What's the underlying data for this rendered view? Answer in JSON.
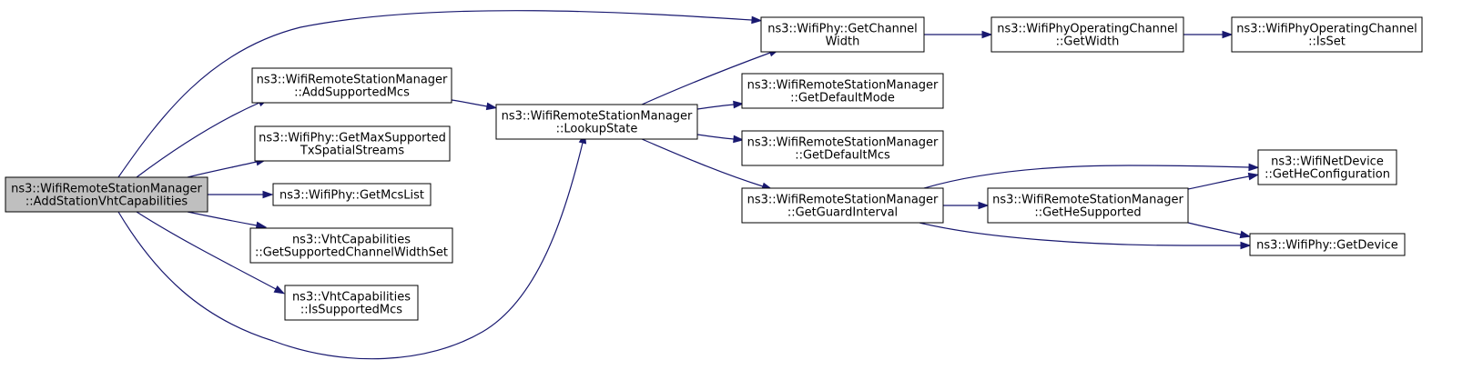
{
  "nodes": [
    {
      "id": "add_station_vht",
      "lines": [
        "ns3::WifiRemoteStationManager",
        "::AddStationVhtCapabilities"
      ],
      "highlight": true
    },
    {
      "id": "add_supported_mcs",
      "lines": [
        "ns3::WifiRemoteStationManager",
        "::AddSupportedMcs"
      ]
    },
    {
      "id": "get_max_supported_tx",
      "lines": [
        "ns3::WifiPhy::GetMaxSupported",
        "TxSpatialStreams"
      ]
    },
    {
      "id": "get_mcs_list",
      "lines": [
        "ns3::WifiPhy::GetMcsList"
      ]
    },
    {
      "id": "get_supported_channel_width_set",
      "lines": [
        "ns3::VhtCapabilities",
        "::GetSupportedChannelWidthSet"
      ]
    },
    {
      "id": "is_supported_mcs",
      "lines": [
        "ns3::VhtCapabilities",
        "::IsSupportedMcs"
      ]
    },
    {
      "id": "lookup_state",
      "lines": [
        "ns3::WifiRemoteStationManager",
        "::LookupState"
      ]
    },
    {
      "id": "get_channel_width",
      "lines": [
        "ns3::WifiPhy::GetChannel",
        "Width"
      ]
    },
    {
      "id": "get_default_mode",
      "lines": [
        "ns3::WifiRemoteStationManager",
        "::GetDefaultMode"
      ]
    },
    {
      "id": "get_default_mcs",
      "lines": [
        "ns3::WifiRemoteStationManager",
        "::GetDefaultMcs"
      ]
    },
    {
      "id": "get_guard_interval",
      "lines": [
        "ns3::WifiRemoteStationManager",
        "::GetGuardInterval"
      ]
    },
    {
      "id": "op_channel_get_width",
      "lines": [
        "ns3::WifiPhyOperatingChannel",
        "::GetWidth"
      ]
    },
    {
      "id": "op_channel_is_set",
      "lines": [
        "ns3::WifiPhyOperatingChannel",
        "::IsSet"
      ]
    },
    {
      "id": "get_he_supported",
      "lines": [
        "ns3::WifiRemoteStationManager",
        "::GetHeSupported"
      ]
    },
    {
      "id": "get_he_configuration",
      "lines": [
        "ns3::WifiNetDevice",
        "::GetHeConfiguration"
      ]
    },
    {
      "id": "get_device",
      "lines": [
        "ns3::WifiPhy::GetDevice"
      ]
    }
  ],
  "edges": [
    {
      "from": "add_station_vht",
      "to": "get_channel_width"
    },
    {
      "from": "add_station_vht",
      "to": "add_supported_mcs"
    },
    {
      "from": "add_station_vht",
      "to": "get_max_supported_tx"
    },
    {
      "from": "add_station_vht",
      "to": "get_mcs_list"
    },
    {
      "from": "add_station_vht",
      "to": "get_supported_channel_width_set"
    },
    {
      "from": "add_station_vht",
      "to": "is_supported_mcs"
    },
    {
      "from": "add_station_vht",
      "to": "lookup_state"
    },
    {
      "from": "add_supported_mcs",
      "to": "lookup_state"
    },
    {
      "from": "lookup_state",
      "to": "get_channel_width"
    },
    {
      "from": "lookup_state",
      "to": "get_default_mode"
    },
    {
      "from": "lookup_state",
      "to": "get_default_mcs"
    },
    {
      "from": "lookup_state",
      "to": "get_guard_interval"
    },
    {
      "from": "get_channel_width",
      "to": "op_channel_get_width"
    },
    {
      "from": "op_channel_get_width",
      "to": "op_channel_is_set"
    },
    {
      "from": "get_guard_interval",
      "to": "get_he_configuration"
    },
    {
      "from": "get_guard_interval",
      "to": "get_he_supported"
    },
    {
      "from": "get_guard_interval",
      "to": "get_device"
    },
    {
      "from": "get_he_supported",
      "to": "get_he_configuration"
    },
    {
      "from": "get_he_supported",
      "to": "get_device"
    }
  ],
  "colors": {
    "edge": "#191970",
    "highlight_fill": "#bfbfbf",
    "node_fill": "#ffffff",
    "node_stroke": "#000000"
  }
}
